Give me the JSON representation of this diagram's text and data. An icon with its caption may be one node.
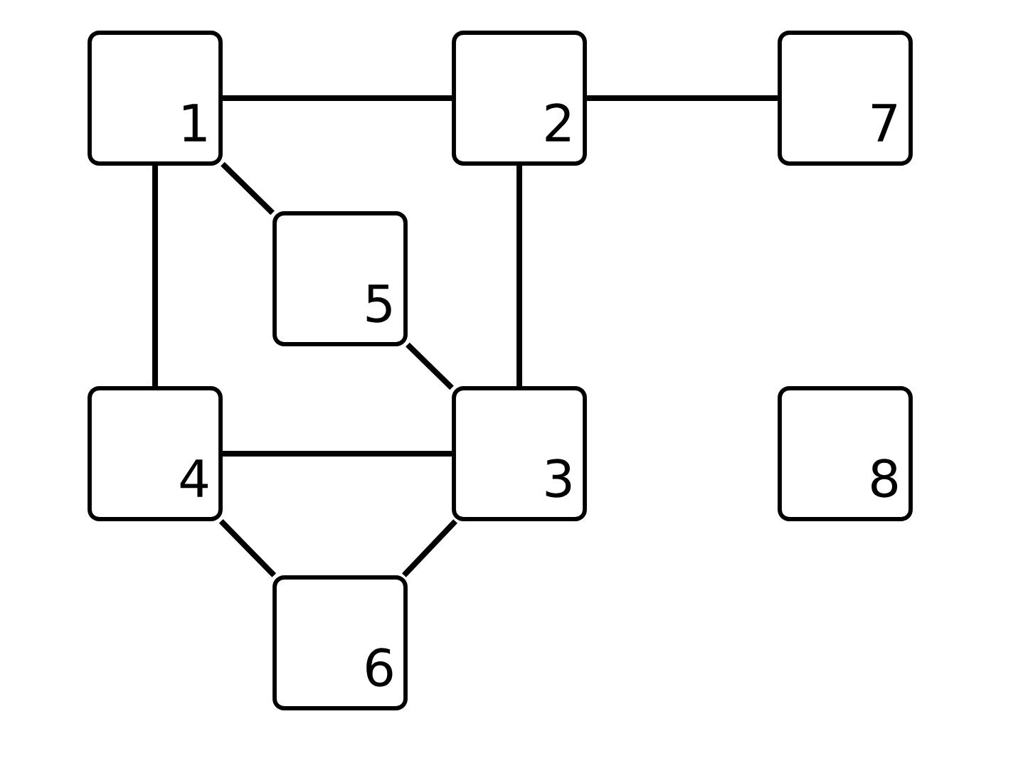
{
  "diagram": {
    "nodes": [
      {
        "text": [
          "1"
        ]
      },
      {
        "text": [
          "2"
        ]
      },
      {
        "text": [
          "3"
        ]
      },
      {
        "text": [
          "4"
        ]
      },
      {
        "text": [
          "5"
        ]
      },
      {
        "text": [
          "6"
        ]
      },
      {
        "text": [
          "7"
        ]
      },
      {
        "text": [
          "8"
        ]
      }
    ],
    "edges": [
      {
        "from": 0,
        "to": 1,
        "arrow": "none"
      },
      {
        "from": 1,
        "to": 6,
        "arrow": "none"
      },
      {
        "from": 0,
        "to": 4,
        "arrow": "none"
      },
      {
        "from": 0,
        "to": 3,
        "arrow": "none"
      },
      {
        "from": 1,
        "to": 2,
        "arrow": "none"
      },
      {
        "from": 4,
        "to": 2,
        "arrow": "none"
      },
      {
        "from": 3,
        "to": 2,
        "arrow": "none"
      },
      {
        "from": 3,
        "to": 5,
        "arrow": "none"
      },
      {
        "from": 5,
        "to": 2,
        "arrow": "none"
      }
    ]
  }
}
